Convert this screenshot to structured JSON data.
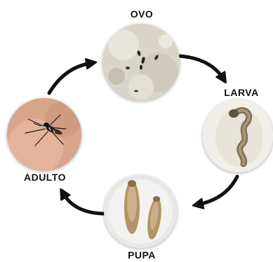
{
  "diagram": {
    "stages": [
      {
        "id": "ovo",
        "label": "OVO"
      },
      {
        "id": "larva",
        "label": "LARVA"
      },
      {
        "id": "pupa",
        "label": "PUPA"
      },
      {
        "id": "adulto",
        "label": "ADULTO"
      }
    ],
    "arrow_color": "#111111",
    "arrow_direction": "clockwise"
  }
}
